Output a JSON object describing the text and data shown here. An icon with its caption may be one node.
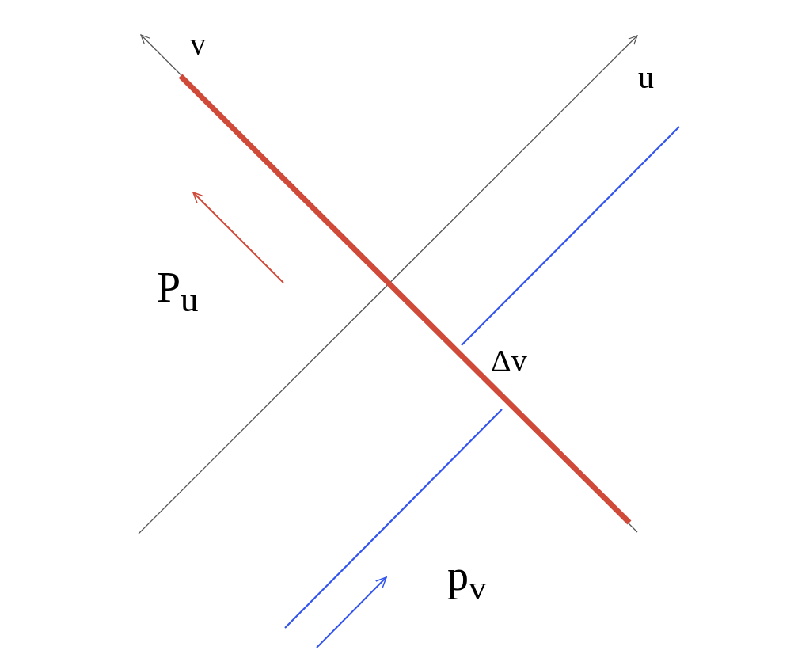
{
  "diagram": {
    "labels": [
      "v",
      "u",
      "P$_{u}$",
      "Δv",
      "p$_{v}$"
    ]
  }
}
